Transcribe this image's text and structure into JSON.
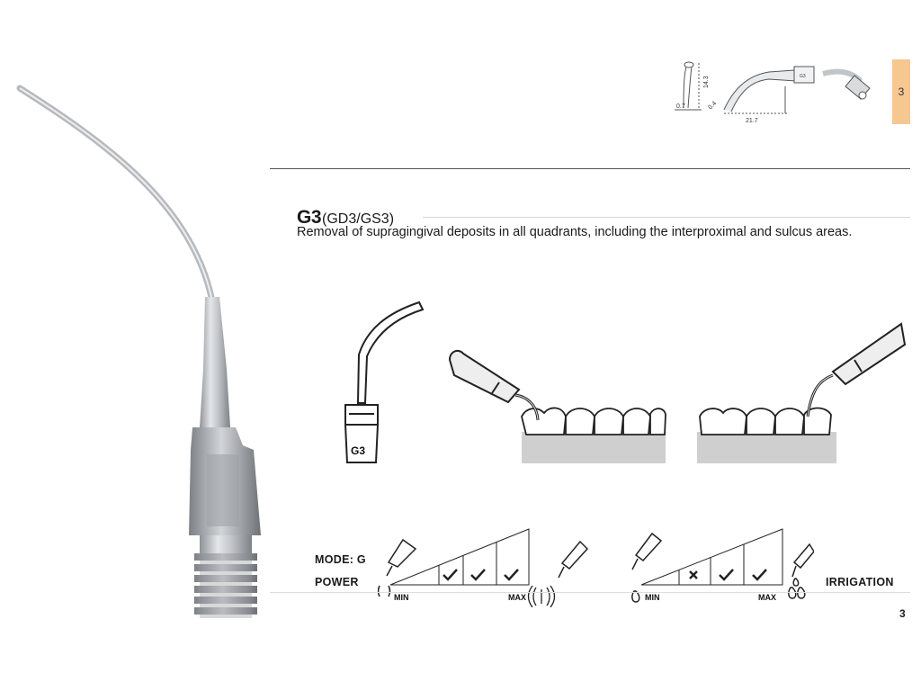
{
  "header": {
    "page_tab": "3",
    "dimensions": {
      "tip_mark": "G3",
      "length": "21.7",
      "height": "14.3",
      "width": "0.7",
      "tip_width": "0.4"
    }
  },
  "product": {
    "model": "G3",
    "variants": "(GD3/GS3)",
    "description": "Removal of supragingival deposits in all quadrants, including the interproximal and sulcus areas.",
    "tip_engraving": "G3"
  },
  "power": {
    "mode_label": "MODE: G",
    "power_label": "POWER",
    "min_label": "MIN",
    "max_label": "MAX",
    "levels": [
      "check",
      "check",
      "check"
    ]
  },
  "irrigation": {
    "label": "IRRIGATION",
    "min_label": "MIN",
    "max_label": "MAX",
    "levels": [
      "cross",
      "check",
      "check"
    ]
  },
  "footer": {
    "page_number": "3"
  },
  "colors": {
    "tab": "#f6c790",
    "metal": "#b9bcc0",
    "gum": "#cfcfcf"
  }
}
